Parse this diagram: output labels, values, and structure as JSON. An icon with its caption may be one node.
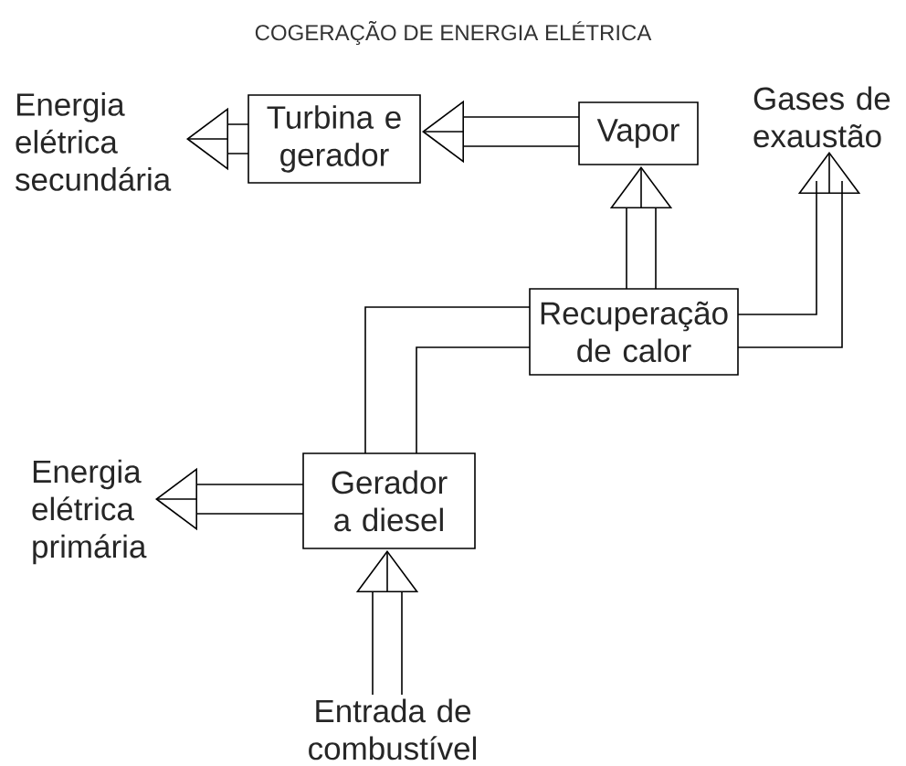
{
  "diagram": {
    "title": "COGERAÇÃO DE ENERGIA ELÉTRICA",
    "nodes": [
      {
        "text": [
          "Energia elétrica secundária"
        ]
      },
      {
        "text": [
          "Turbina e gerador"
        ]
      },
      {
        "text": [
          "Vapor"
        ]
      },
      {
        "text": [
          "Gases de exaustão"
        ]
      },
      {
        "text": [
          "Recuperação de calor"
        ]
      },
      {
        "text": [
          "Energia elétrica primária"
        ]
      },
      {
        "text": [
          "Gerador a diesel"
        ]
      },
      {
        "text": [
          "Entrada de combustível"
        ]
      }
    ],
    "edges": [
      {
        "from": 1,
        "to": 0,
        "arrow": "to"
      },
      {
        "from": 2,
        "to": 1,
        "arrow": "to"
      },
      {
        "from": 4,
        "to": 2,
        "arrow": "to"
      },
      {
        "from": 4,
        "to": 3,
        "arrow": "to"
      },
      {
        "from": 6,
        "to": 4,
        "arrow": "none"
      },
      {
        "from": 6,
        "to": 5,
        "arrow": "to"
      },
      {
        "from": 7,
        "to": 6,
        "arrow": "to"
      }
    ]
  }
}
